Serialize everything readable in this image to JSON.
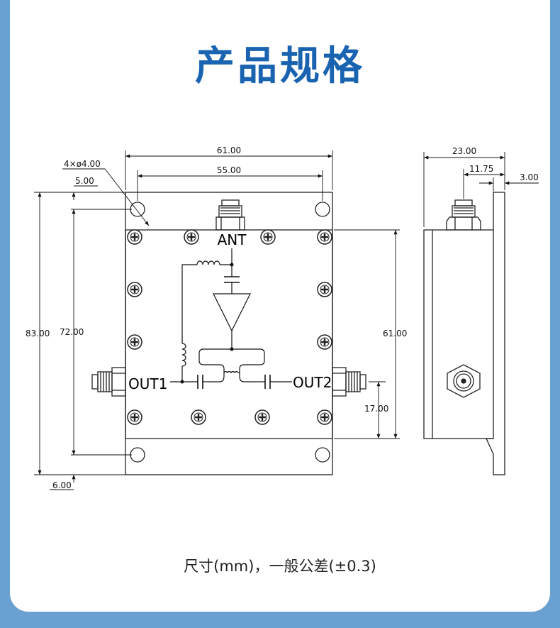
{
  "title": "产品规格",
  "caption": "尺寸(mm)，一般公差(±0.3)",
  "labels": {
    "ant": "ANT",
    "out1": "OUT1",
    "out2": "OUT2"
  },
  "dimensions": {
    "width_overall": "61.00",
    "hole_spacing": "55.00",
    "holes": "4×ø4.00",
    "hole_offset_top": "5.00",
    "height_overall": "83.00",
    "hole_spacing_vertical": "72.00",
    "hole_offset_bottom": "6.00",
    "body_height": "61.00",
    "port_offset": "17.00",
    "depth": "23.00",
    "connector_offset": "11.75",
    "flange_thickness": "3.00"
  }
}
